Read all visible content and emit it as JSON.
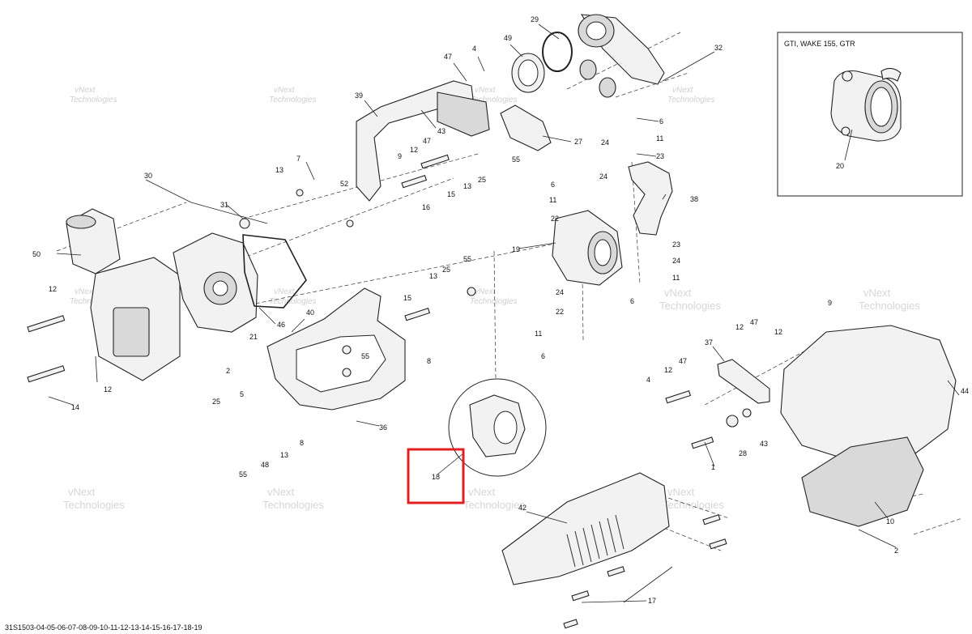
{
  "inset": {
    "title": "GTI, WAKE 155, GTR",
    "part": "20"
  },
  "highlight": {
    "part": "18",
    "color": "#e02020"
  },
  "footer": {
    "code": "31S1503-04-05-06-07-08-09-10-11-12-13-14-15-16-17-18-19"
  },
  "watermark": {
    "line1": "vNext",
    "line2": "Technologies"
  },
  "callouts": {
    "c29": "29",
    "c49": "49",
    "c4a": "4",
    "c47a": "47",
    "c32": "32",
    "c39": "39",
    "c43a": "43",
    "c47b": "47",
    "c9a": "9",
    "c12a": "12",
    "c27": "27",
    "c55a": "55",
    "c6a": "6",
    "c11a": "11",
    "c24a": "24",
    "c23a": "23",
    "c7": "7",
    "c13a": "13",
    "c30": "30",
    "c52": "52",
    "c25a": "25",
    "c13b": "13",
    "c15a": "15",
    "c16": "16",
    "c6b": "6",
    "c24b": "24",
    "c11b": "11",
    "c22a": "22",
    "c38": "38",
    "c31": "31",
    "c50": "50",
    "c19": "19",
    "c23b": "23",
    "c24c": "24",
    "c11c": "11",
    "c6c": "6",
    "c13c": "13",
    "c25b": "25",
    "c55b": "55",
    "c12b": "12",
    "c46": "46",
    "c15b": "15",
    "c40": "40",
    "c24d": "24",
    "c22b": "22",
    "c11d": "11",
    "c6d": "6",
    "c9b": "9",
    "c12c": "12",
    "c12d": "12",
    "c47c": "47",
    "c8a": "8",
    "c21": "21",
    "c55c": "55",
    "c37": "37",
    "c47d": "47",
    "c12e": "12",
    "c4b": "4",
    "c2a": "2",
    "c5": "5",
    "c14": "14",
    "c12f": "12",
    "c25c": "25",
    "c8b": "8",
    "c48": "48",
    "c13d": "13",
    "c36": "36",
    "c43b": "43",
    "c28": "28",
    "c55d": "55",
    "c1": "1",
    "c44": "44",
    "c42": "42",
    "c10": "10",
    "c2b": "2",
    "c17": "17"
  }
}
